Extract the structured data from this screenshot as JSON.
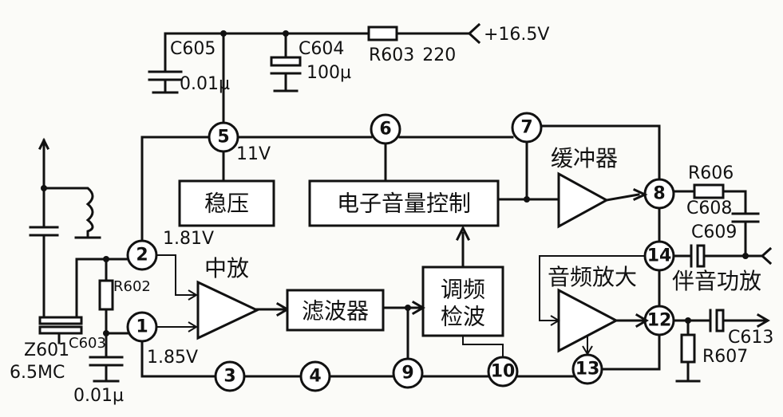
{
  "supply": {
    "voltage": "+16.5V"
  },
  "resistors": {
    "r603": {
      "name": "R603",
      "value": "220"
    },
    "r602": {
      "name": "R602"
    },
    "r606": {
      "name": "R606"
    },
    "r607": {
      "name": "R607"
    }
  },
  "capacitors": {
    "c605": {
      "name": "C605",
      "value": "0.01µ"
    },
    "c604": {
      "name": "C604",
      "value": "100µ"
    },
    "c603": {
      "name": "C603",
      "value": "0.01µ"
    },
    "c608": {
      "name": "C608"
    },
    "c609": {
      "name": "C609"
    },
    "c613": {
      "name": "C613"
    }
  },
  "filter": {
    "name": "Z601",
    "freq": "6.5MC"
  },
  "blocks": {
    "regulator": "稳压",
    "volume": "电子音量控制",
    "filter": "滤波器",
    "detector_line1": "调频",
    "detector_line2": "检波"
  },
  "amps": {
    "if_amp": "中放",
    "buffer": "缓冲器",
    "audio_amp": "音频放大"
  },
  "output_label": "伴音功放",
  "voltages": {
    "pin5": "11V",
    "pin2": "1.81V",
    "pin1": "1.85V"
  },
  "pins": [
    "1",
    "2",
    "3",
    "4",
    "5",
    "6",
    "7",
    "8",
    "9",
    "10",
    "12",
    "13",
    "14"
  ]
}
